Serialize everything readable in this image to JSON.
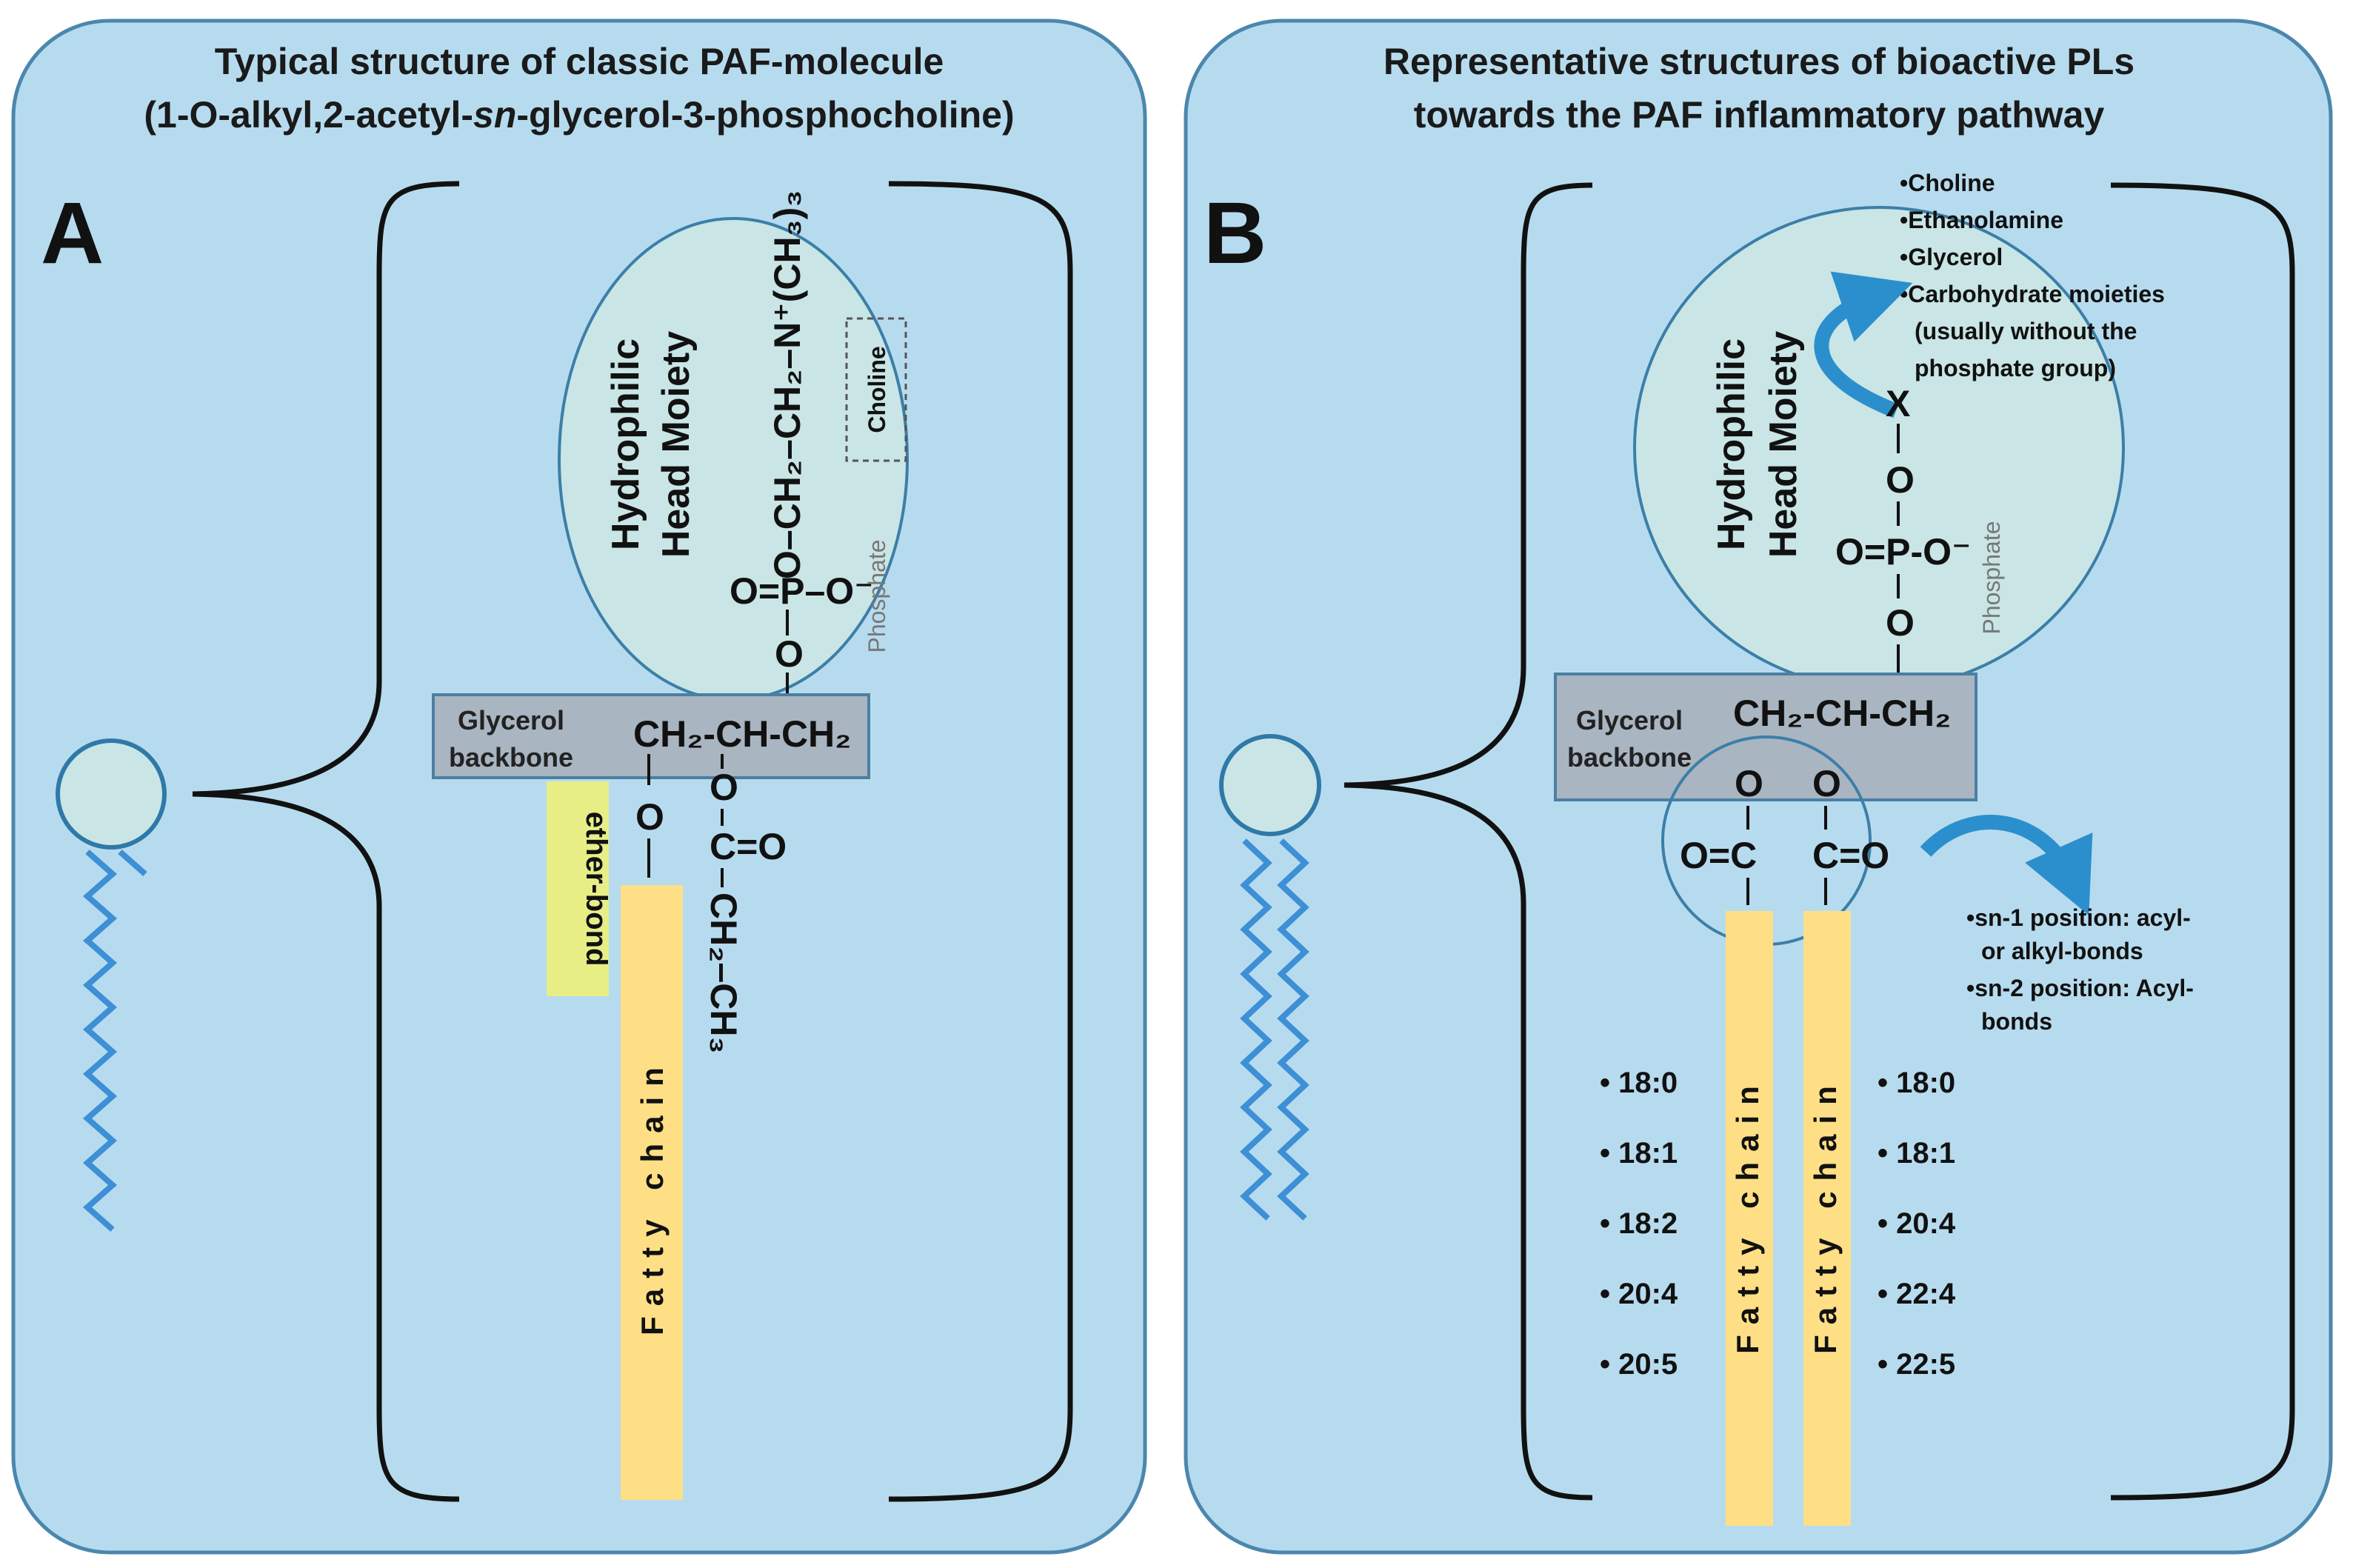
{
  "panel_a": {
    "letter": "A",
    "title_line1": "Typical structure of classic PAF-molecule",
    "title_line2_pre": "(1-O-alkyl,2-acetyl-",
    "title_line2_italic": "sn",
    "title_line2_post": "-glycerol-3-phosphocholine)",
    "head_line1": "Hydrophilic",
    "head_line2": "Head Moiety",
    "choline_label": "Choline",
    "phosphate_label": "Phosphate",
    "head_chain": "O–CH₂–CH₂–N⁺(CH₃)₃",
    "phosphate_group": "O=P–O⁻",
    "o_top": "O",
    "o_bottom": "O",
    "glycerol_line1": "Glycerol",
    "glycerol_line2": "backbone",
    "glycerol_formula": "CH₂-CH-CH₂",
    "ether_o": "O",
    "ether_bond_label": "ether-bond",
    "ester_o": "O",
    "ester_c": "C=O",
    "acetyl_chain": "CH₂–CH₃",
    "fatty_chain_label": "Fatty chain"
  },
  "panel_b": {
    "letter": "B",
    "title_line1": "Representative structures of bioactive PLs",
    "title_line2": "towards the PAF inflammatory pathway",
    "head_line1": "Hydrophilic",
    "head_line2": "Head Moiety",
    "x_substituents": [
      "•Choline",
      "•Ethanolamine",
      "•Glycerol",
      "•Carbohydrate moieties",
      "(usually without the",
      "phosphate group)"
    ],
    "x_label": "X",
    "o_top": "O",
    "phosphate_group": "O=P-O⁻",
    "o_bottom": "O",
    "phosphate_label": "Phosphate",
    "glycerol_line1": "Glycerol",
    "glycerol_line2": "backbone",
    "glycerol_formula": "CH₂-CH-CH₂",
    "sn1_o": "O",
    "sn2_o": "O",
    "sn1_c": "O=C",
    "sn2_c": "C=O",
    "position_notes": [
      "•sn-1 position: acyl-",
      "or alkyl-bonds",
      "•sn-2 position: Acyl-",
      "bonds"
    ],
    "fatty_chain_label": "Fatty chain",
    "sn1_chains": [
      "• 18:0",
      "• 18:1",
      "• 18:2",
      "• 20:4",
      "• 20:5"
    ],
    "sn2_chains": [
      "• 18:0",
      "• 18:1",
      "• 20:4",
      "• 22:4",
      "• 22:5"
    ]
  },
  "colors": {
    "panel_fill": "#b7dbee",
    "panel_stroke": "#4b87ad",
    "head_fill": "#c9e5e5",
    "glycerol_fill": "#a9b5c1",
    "fatty_fill": "#ffdf86",
    "ether_fill": "#e7ee86",
    "tail_color": "#3d8fd6",
    "arrow_color": "#2b8fcd"
  }
}
